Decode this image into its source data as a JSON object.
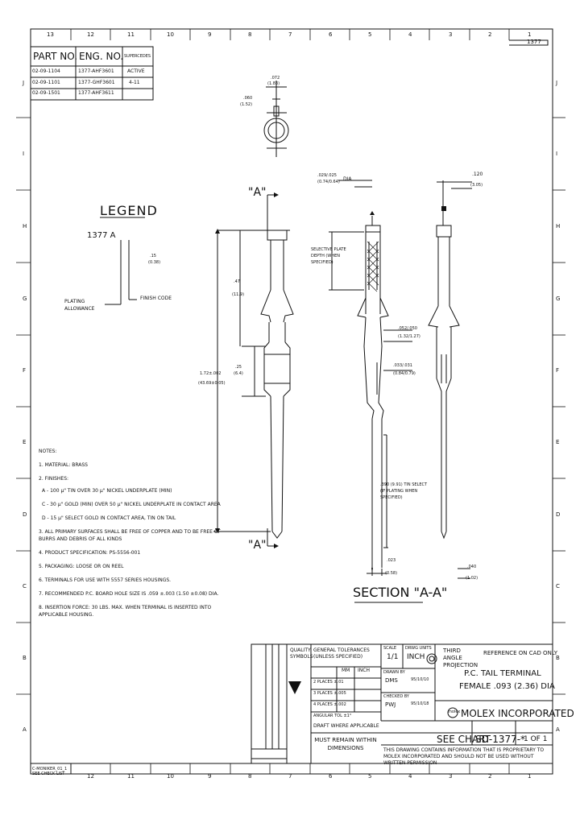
{
  "border": {
    "top_zones": [
      "13",
      "12",
      "11",
      "10",
      "9",
      "8",
      "7",
      "6",
      "5",
      "4",
      "3",
      "2",
      "1"
    ],
    "bottom_zones": [
      "12",
      "11",
      "10",
      "9",
      "8",
      "7",
      "6",
      "5",
      "4",
      "3",
      "2",
      "1"
    ],
    "side_zones": [
      "J",
      "I",
      "H",
      "G",
      "F",
      "E",
      "D",
      "C",
      "B",
      "A"
    ],
    "sheet_ref": "1377"
  },
  "part_table": {
    "headers": [
      "PART NO.",
      "ENG. NO.",
      "SUPERCEDES"
    ],
    "rows": [
      [
        "02-09-1104",
        "1377-AHF3601",
        "ACTIVE"
      ],
      [
        "02-09-1101",
        "1377-GHF3601",
        "4-11"
      ],
      [
        "02-09-1501",
        "1377-AHF3611",
        ""
      ]
    ]
  },
  "dims": {
    "top_width": ".072",
    "top_width_mm": "(1.83)",
    "top_height": ".060",
    "top_height_mm": "(1.52)",
    "dia_label": ".029/.025",
    "dia_label_mm": "(0.74/0.64)",
    "dia_tag": "DIA",
    "width_right": ".120",
    "width_right_mm": "(3.05)",
    "len_47": ".47",
    "len_47_mm": "(11.9)",
    "len_25": ".25",
    "len_25_mm": "(6.4)",
    "flange": "1.72±.002",
    "flange_mm": "(43.69±0.05)",
    "plating_depth": "SELECTIVE PLATE DEPTH (WHEN SPECIFIED)",
    "mid_dim": ".052/.050",
    "mid_dim_mm": "(1.32/1.27)",
    "mid_dim2": ".033/.031",
    "mid_dim2_mm": "(0.84/0.79)",
    "tin_select": ".390 (9.91) TIN SELECT (IF PLATING WHEN SPECIFIED)",
    "bottom_dim": ".023",
    "bottom_dim_mm": "(0.58)",
    "bottom_right": ".040",
    "bottom_right_mm": "(1.02)",
    "small_dim": ".15",
    "small_dim_mm": "(0.38)"
  },
  "legend": {
    "title": "LEGEND",
    "part": "1377 A",
    "finish_label": "FINISH CODE",
    "plating_label": "PLATING ALLOWANCE"
  },
  "section": {
    "a_top": "\"A\"",
    "a_bottom": "\"A\"",
    "section_label": "SECTION \"A-A\""
  },
  "notes": {
    "title": "NOTES:",
    "items": [
      "1. MATERIAL: BRASS",
      "2. FINISHES:",
      "  A - 100 µ\" TIN OVER 30 µ\" NICKEL UNDERPLATE (MIN)",
      "  C - 30 µ\" GOLD (MIN) OVER 50 µ\" NICKEL UNDERPLATE IN CONTACT AREA",
      "  D - 15 µ\" SELECT GOLD IN CONTACT AREA, TIN ON TAIL",
      "3. ALL PRIMARY SURFACES SHALL BE FREE OF COPPER AND TO BE FREE OF BURRS AND DEBRIS OF ALL KINDS",
      "4. PRODUCT SPECIFICATION: PS-5556-001",
      "5. PACKAGING: LOOSE OR ON REEL",
      "6. TERMINALS FOR USE WITH 5557 SERIES HOUSINGS.",
      "7. RECOMMENDED P.C. BOARD HOLE SIZE IS .059 ±.003 (1.50 ±0.08) DIA.",
      "8. INSERTION FORCE: 30 LBS. MAX. WHEN TERMINAL IS INSERTED INTO APPLICABLE HOUSING."
    ]
  },
  "title_block": {
    "tolerance_title": "GENERAL TOLERANCES (UNLESS SPECIFIED)",
    "scale_label": "SCALE",
    "scale_value": "1/1",
    "units_label": "DRWG UNITS",
    "units_value": "INCH",
    "projection": "THIRD ANGLE PROJECTION",
    "gage": "REFERENCE ON CAD ONLY",
    "product_title": "P.C. TAIL TERMINAL",
    "product_sub": "FEMALE .093 (2.36) DIA",
    "company": "MOLEX INCORPORATED",
    "company_logo_text": "molex",
    "doc_no": "SD-1377-*",
    "sheet": "1 OF 1",
    "see_chart": "SEE CHART",
    "drawn_label": "DRAWN BY",
    "drawn_by": "DMS",
    "checked_label": "CHECKED BY",
    "checked_by": "PWJ",
    "date1": "95/10/10",
    "date2": "95/10/18",
    "applicable_label": "DRAFT WHERE APPLICABLE",
    "must_remain": "MUST REMAIN WITHIN DIMENSIONS",
    "proprietary": "THIS DRAWING CONTAINS INFORMATION THAT IS PROPRIETARY TO MOLEX INCORPORATED AND SHOULD NOT BE USED WITHOUT WRITTEN PERMISSION",
    "quality": "QUALITY SYMBOLS",
    "tol_rows": [
      "2 PLACES ±.01",
      "3 PLACES ±.005",
      "4 PLACES ±.002",
      "ANGULAR TOL ±1°"
    ],
    "inch_label": "INCH",
    "mm_label": "MM"
  },
  "corner_stamp": "C-MONIKER_01_1 SEE CHECK LIST"
}
